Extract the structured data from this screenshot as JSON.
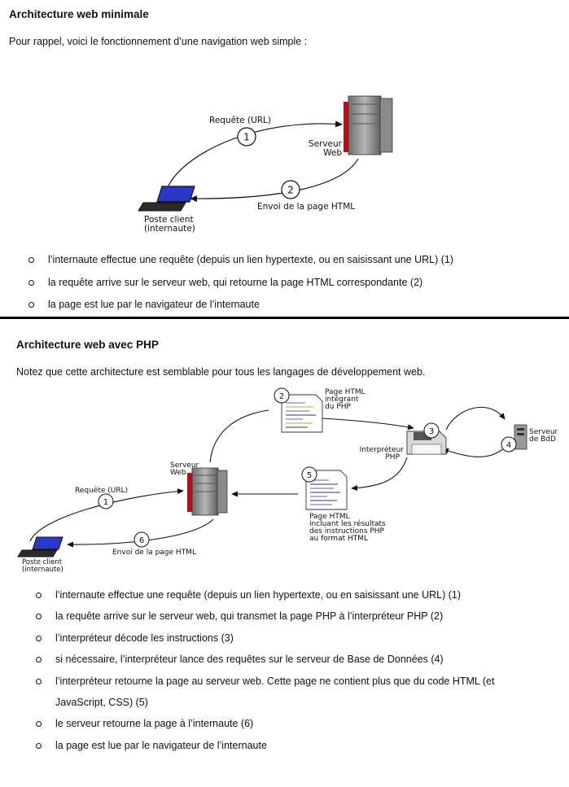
{
  "section1": {
    "title": "Architecture web minimale",
    "intro": "Pour rappel, voici le fonctionnement d’une navigation web simple :",
    "diagram": {
      "request_label": "Requête (URL)",
      "response_label": "Envoi de la page HTML",
      "server_label_line1": "Serveur",
      "server_label_line2": "Web",
      "client_label_line1": "Poste client",
      "client_label_line2": "(internaute)",
      "step1": "1",
      "step2": "2"
    },
    "bullets": [
      "l’internaute effectue une requête (depuis un lien hypertexte, ou en saisissant une URL) (1)",
      "la requête arrive sur le serveur web, qui retourne la page HTML correspondante (2)",
      "la page est lue par le navigateur de l’internaute"
    ]
  },
  "section2": {
    "title": "Architecture web avec PHP",
    "intro": "Notez que cette architecture est semblable pour tous les langages de développement web.",
    "diagram": {
      "page_php_line1": "Page HTML",
      "page_php_line2": "intégrant",
      "page_php_line3": "du PHP",
      "interpreter_line1": "Interpréteur",
      "interpreter_line2": "PHP",
      "db_line1": "Serveur",
      "db_line2": "de BdD",
      "server_line1": "Serveur",
      "server_line2": "Web",
      "request_label": "Requête (URL)",
      "response_label": "Envoi de la page HTML",
      "client_line1": "Poste client",
      "client_line2": "(internaute)",
      "result_line1": "Page HTML",
      "result_line2": "incluant les résultats",
      "result_line3": "des instructions PHP",
      "result_line4": "au format HTML",
      "step1": "1",
      "step2": "2",
      "step3": "3",
      "step4": "4",
      "step5": "5",
      "step6": "6"
    },
    "bullets": [
      "l’internaute effectue  une requête (depuis un lien hypertexte, ou en saisissant une URL) (1)",
      "la requête arrive sur le serveur web, qui transmet la page PHP à l’interpréteur PHP (2)",
      "l’interpréteur décode les instructions (3)",
      "si nécessaire, l’interpréteur lance des requêtes sur le serveur de Base de Données (4)",
      "l’interpréteur retourne la page au serveur web. Cette page ne contient plus que du code HTML (et JavaScript, CSS) (5)",
      "le serveur retourne la page à l’internaute (6)",
      "la page est lue par le navigateur de l’internaute"
    ]
  }
}
